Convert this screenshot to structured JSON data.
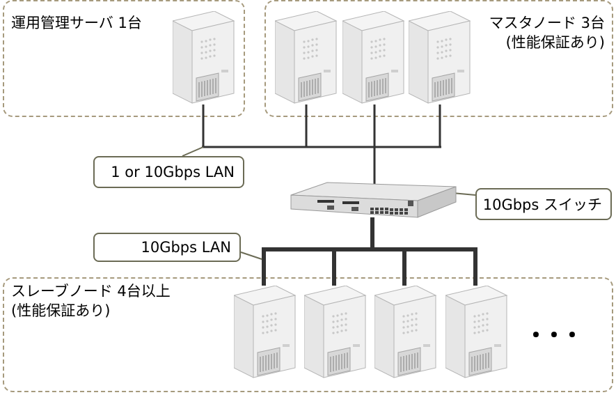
{
  "groups": {
    "mgmt": {
      "label": "運用管理サーバ 1台"
    },
    "master": {
      "label_line1": "マスタノード 3台",
      "label_line2": "(性能保証あり)"
    },
    "slave": {
      "label_line1": "スレーブノード 4台以上",
      "label_line2": "(性能保証あり)"
    }
  },
  "callouts": {
    "mgmt_lan": "1 or 10Gbps LAN",
    "switch": "10Gbps スイッチ",
    "data_lan": "10Gbps LAN"
  },
  "ellipsis": "･･･",
  "colors": {
    "border": "#a69a7d",
    "line": "#333333",
    "callout_border": "#6b6b55"
  }
}
